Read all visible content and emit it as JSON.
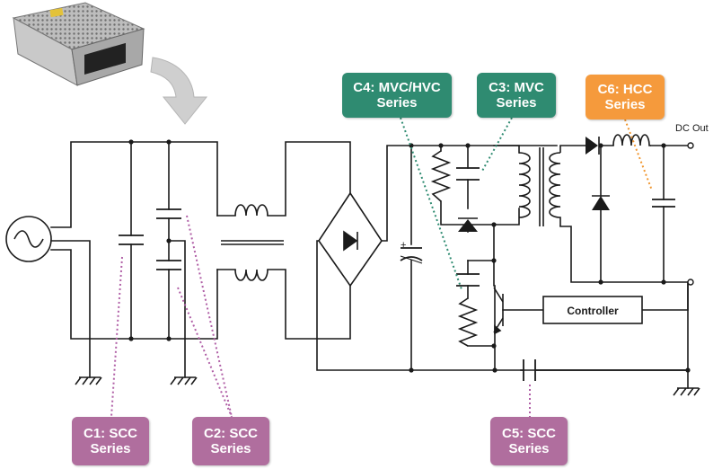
{
  "colors": {
    "wire": "#1a1a1a",
    "c1_c2_c5_label_bg": "#b06e9e",
    "c3_c4_label_bg": "#2f8b71",
    "c6_label_bg": "#f59a3c",
    "pink_leader": "#b05fa6",
    "teal_leader": "#2f8b71",
    "orange_leader": "#f0962f",
    "arrow_fill": "#cfcfcf"
  },
  "icons": {
    "product": "power-supply-product-photo-icon",
    "arrow": "curved-down-arrow-icon",
    "source": "ac-source-icon",
    "ground": "ground-symbol-icon",
    "diode": "diode-icon",
    "transistor": "transistor-icon",
    "resistor": "resistor-icon",
    "capacitor": "capacitor-icon",
    "inductor": "inductor-icon",
    "transformer": "transformer-icon"
  },
  "labels": {
    "c1": {
      "line1": "C1: SCC",
      "line2": "Series"
    },
    "c2": {
      "line1": "C2: SCC",
      "line2": "Series"
    },
    "c3": {
      "line1": "C3: MVC",
      "line2": "Series"
    },
    "c4": {
      "line1": "C4: MVC/HVC",
      "line2": "Series"
    },
    "c5": {
      "line1": "C5: SCC",
      "line2": "Series"
    },
    "c6": {
      "line1": "C6: HCC",
      "line2": "Series"
    }
  },
  "circuit": {
    "controller_label": "Controller",
    "dc_out_label": "DC Out",
    "polarity_plus": "+"
  }
}
